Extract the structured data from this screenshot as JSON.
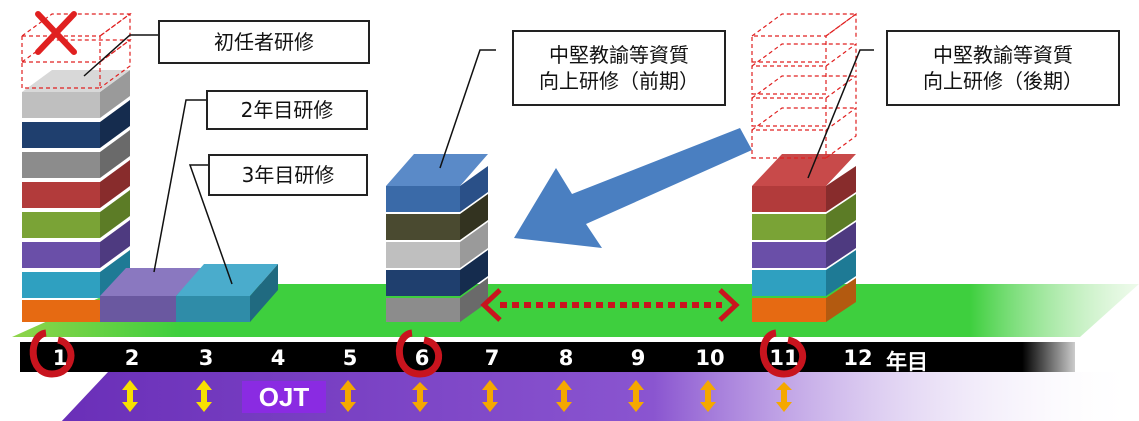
{
  "labels": {
    "initial_training": "初任者研修",
    "second_year": "2年目研修",
    "third_year": "3年目研修",
    "mid_early": "中堅教諭等資質\n向上研修（前期）",
    "mid_late": "中堅教諭等資質\n向上研修（後期）"
  },
  "timeline": {
    "years": [
      "1",
      "2",
      "3",
      "4",
      "5",
      "6",
      "7",
      "8",
      "9",
      "10",
      "11",
      "12"
    ],
    "unit": "年目",
    "ojt": "OJT",
    "highlighted_years": [
      "1",
      "6",
      "11"
    ]
  },
  "colors": {
    "ground_green": "#3ecf3e",
    "timeline_bar": "#000000",
    "ojt_band": "#7a3fc4",
    "arrow_blue": "#4a7fc1",
    "dotted_red": "#c8141e",
    "updown_arrow": "#f5a800",
    "circle_red": "#c8141e"
  }
}
